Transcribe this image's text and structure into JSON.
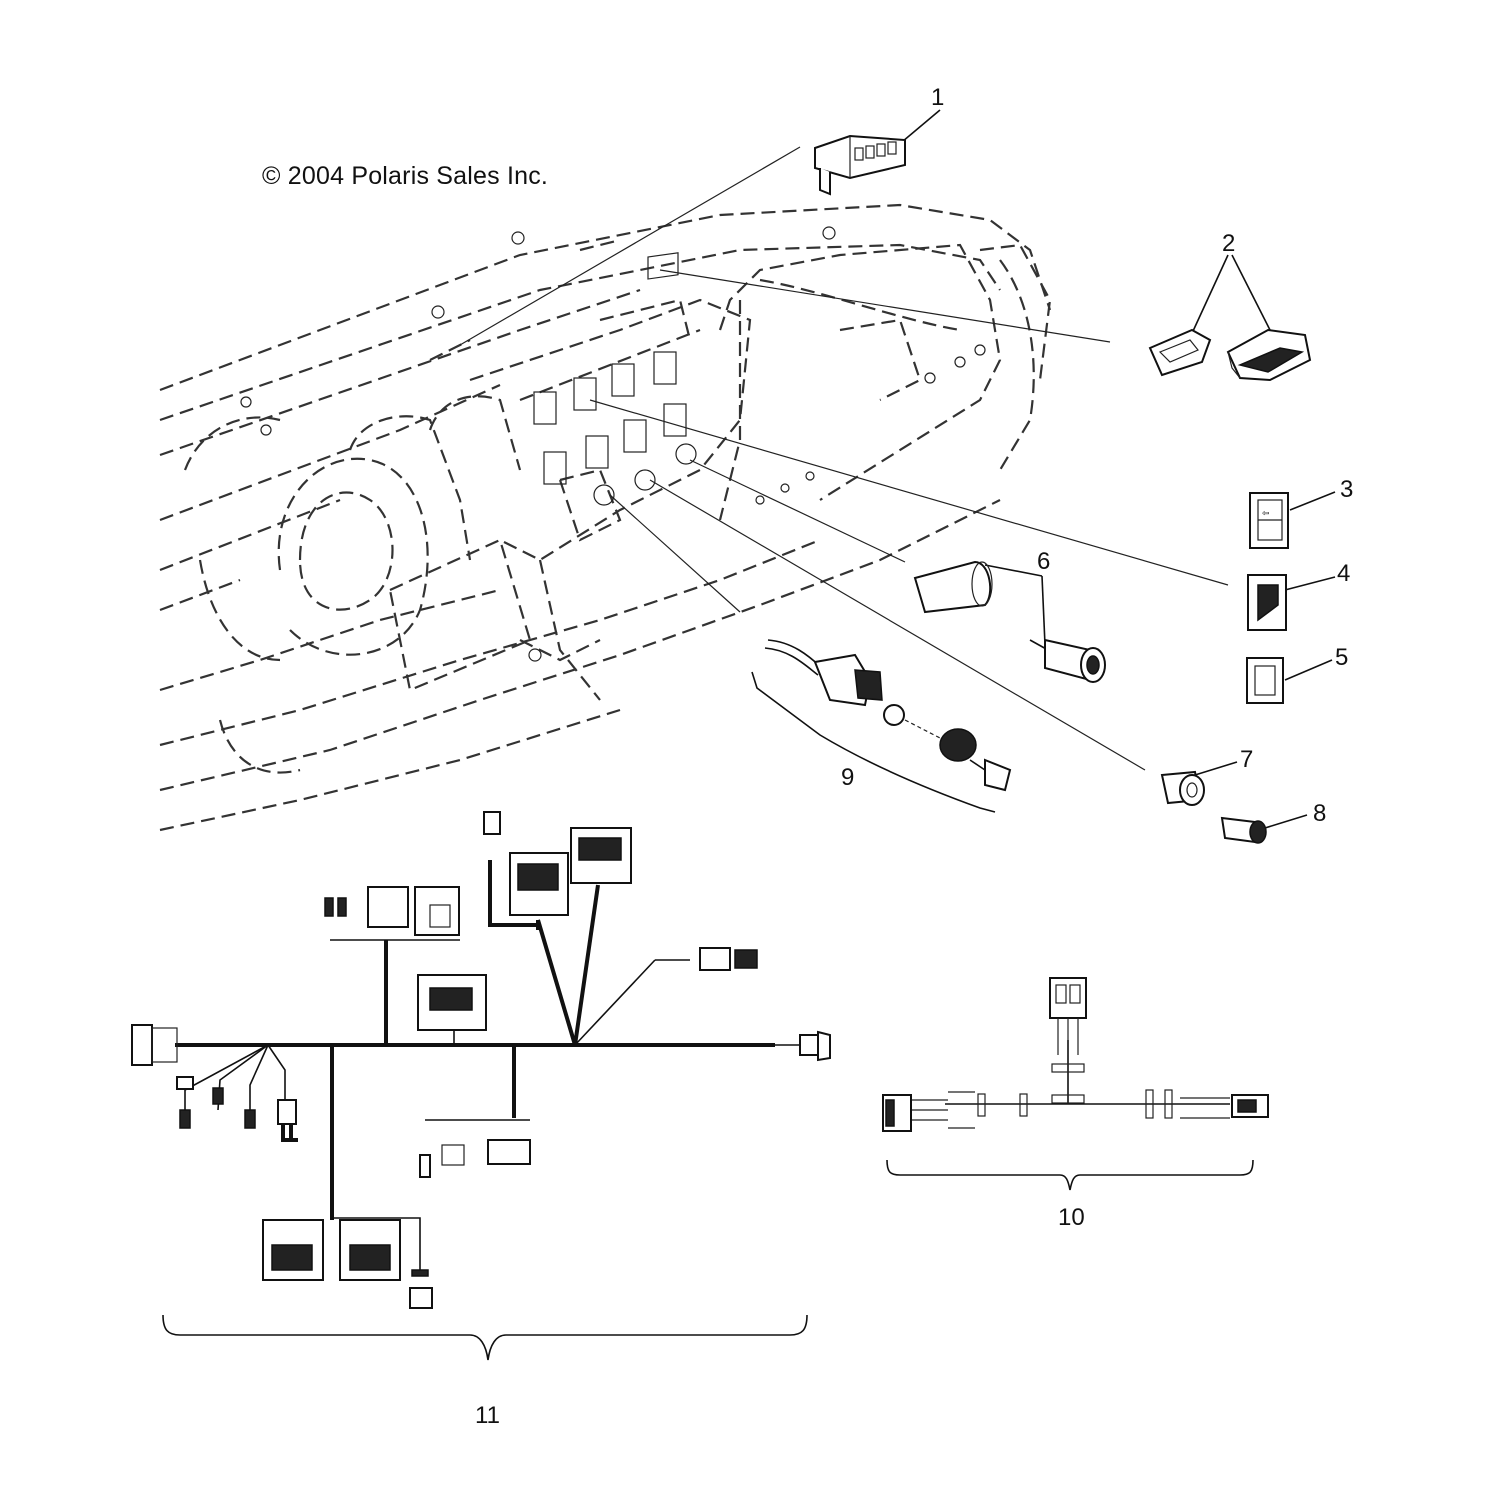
{
  "copyright": "© 2004 Polaris Sales Inc.",
  "callouts": [
    {
      "id": "1",
      "label": "1"
    },
    {
      "id": "2",
      "label": "2"
    },
    {
      "id": "3",
      "label": "3"
    },
    {
      "id": "4",
      "label": "4"
    },
    {
      "id": "5",
      "label": "5"
    },
    {
      "id": "6",
      "label": "6"
    },
    {
      "id": "7",
      "label": "7"
    },
    {
      "id": "8",
      "label": "8"
    },
    {
      "id": "9",
      "label": "9"
    },
    {
      "id": "10",
      "label": "10"
    },
    {
      "id": "11",
      "label": "11"
    }
  ]
}
